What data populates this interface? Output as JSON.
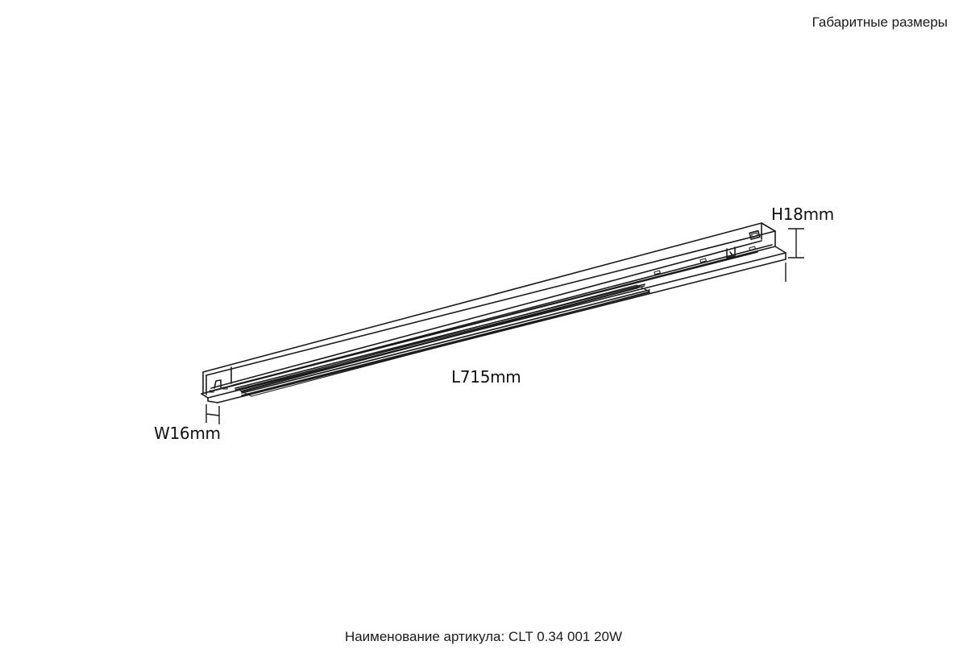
{
  "header": {
    "title": "Габаритные размеры"
  },
  "drawing": {
    "subject": "linear track light fixture, isometric view",
    "dimensions": {
      "height": "H18mm",
      "length": "L715mm",
      "width": "W16mm"
    },
    "stroke_color": "#1a1a1a",
    "background_color": "#ffffff"
  },
  "footer": {
    "label": "Наименование артикула:",
    "article": "CLT 0.34 001 20W"
  }
}
